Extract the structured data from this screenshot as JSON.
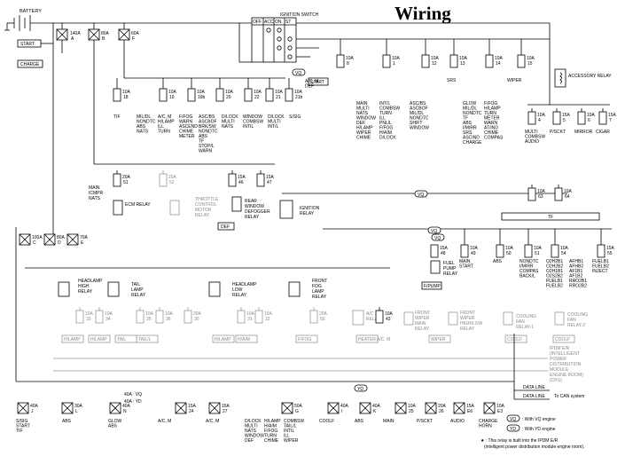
{
  "title": "Wiring",
  "battery": "BATTERY",
  "start": "START",
  "charge": "CHARGE",
  "ignition_switch": {
    "label": "IGNITION SWITCH",
    "cols": [
      "OFF",
      "ACC",
      "ON",
      "ST"
    ]
  },
  "vq_tag": "VQ",
  "yd_tag": "YD",
  "top_fuses": [
    {
      "amp": "140A",
      "id": "A"
    },
    {
      "amp": "80A",
      "id": "B"
    },
    {
      "amp": "60A",
      "id": "F"
    }
  ],
  "acc_fuses": [
    {
      "amp": "10A",
      "id": "18",
      "loads": [
        "TIF"
      ]
    },
    {
      "amp": "10A",
      "id": "19",
      "loads": [
        "MIL/DL",
        "NONDTC",
        "ABS",
        "NATS"
      ]
    },
    {
      "amp": "10A",
      "id": "19b",
      "loads": [
        "A/C, M",
        "H/LAMP",
        "ILL",
        "TURN"
      ]
    },
    {
      "amp": "10A",
      "id": "20",
      "loads": [
        "F/FOG",
        "WARN",
        "ASCEND",
        "CHIME",
        "METER"
      ]
    },
    {
      "amp": "10A",
      "id": "22",
      "loads": [
        "ASC/BS",
        "ASCBOF",
        "BRK/SW",
        "NONDTC",
        "ABS",
        "TF",
        "STOP/L",
        "WARN"
      ]
    },
    {
      "amp": "10A",
      "id": "21",
      "loads": [
        "D/LOCK",
        "MULTI",
        "NATS"
      ]
    },
    {
      "amp": "10A",
      "id": "21b",
      "loads": [
        "WINDOW",
        "COMBSW",
        "INTIL"
      ]
    },
    {
      "amp": "10A",
      "id": "22b",
      "loads": [
        "D/LOCK",
        "MULTI",
        "INT/L"
      ]
    },
    {
      "amp": "10A",
      "id": "23",
      "loads": [
        "S/SIG"
      ]
    }
  ],
  "ign_fuses": [
    {
      "amp": "10A",
      "id": "8",
      "loads": [
        "A/C, M",
        "DEF"
      ]
    },
    {
      "amp": "10A",
      "id": "1",
      "loads": [
        "MAIN",
        "MULTI",
        "NATS",
        "WINDOW",
        "DEF",
        "H/LAMP",
        "WIPER",
        "CHIME"
      ]
    },
    {
      "amp": "10A",
      "id": "1b",
      "loads": [
        "INT/L",
        "COMBSW",
        "TURN",
        "ILL",
        "PNL/L",
        "F/FOG",
        "H/AIM",
        "D/LOCK"
      ]
    },
    {
      "amp": "10A",
      "id": "12",
      "loads": [
        "ASC/BS",
        "ASCBOF",
        "MIL/DL",
        "NONDTC",
        "SHIFT",
        "WINDOW"
      ]
    },
    {
      "amp": "10A",
      "id": "13",
      "loads": [
        "SRS"
      ]
    },
    {
      "amp": "10A",
      "id": "14",
      "loads": [
        "GLOW",
        "MIL/DL",
        "NONDTC",
        "TF",
        "ABS",
        "I/MIRR",
        "SRS",
        "ASCIND",
        "CHARGE"
      ]
    },
    {
      "amp": "10A",
      "id": "14b",
      "loads": [
        "F/FOG",
        "H/LAMP",
        "TURN",
        "METER",
        "WARN",
        "AT/IND",
        "CHIME",
        "COMPAS"
      ]
    },
    {
      "amp": "10A",
      "id": "15",
      "loads": [
        "WIPER"
      ]
    }
  ],
  "accessory_relay": "ACCESSORY RELAY",
  "acc_relay_fuses": [
    {
      "amp": "10A",
      "id": "4",
      "loads": [
        "MULTI",
        "COMBSW",
        "AUDIO"
      ]
    },
    {
      "amp": "15A",
      "id": "5",
      "loads": [
        "P/SCKT"
      ]
    },
    {
      "amp": "10A",
      "id": "6",
      "loads": [
        "MIRROR"
      ]
    },
    {
      "amp": "15A",
      "id": "7",
      "loads": [
        "CIGAR"
      ]
    }
  ],
  "mid_fuses": [
    {
      "amp": "20A",
      "id": "51"
    },
    {
      "amp": "20A",
      "id": "52"
    },
    {
      "amp": "15A",
      "id": "46"
    },
    {
      "amp": "15A",
      "id": "47"
    }
  ],
  "mid_loads": [
    "MAIN",
    "ICMPR",
    "NATS"
  ],
  "ecm_relay": "ECM RELAY",
  "throttle_relay": [
    "THROTTLE",
    "CONTROL",
    "MOTOR",
    "RELAY"
  ],
  "rear_window_relay": [
    "REAR",
    "WINDOW",
    "DEFOGGER",
    "RELAY"
  ],
  "ignition_relay": [
    "IGNITION",
    "RELAY"
  ],
  "def_label": "DEF",
  "right_mid_fuses": [
    {
      "amp": "10A",
      "id": "63"
    },
    {
      "amp": "10A",
      "id": "64"
    }
  ],
  "tf_label": "TF",
  "main_fuses": [
    {
      "amp": "100A",
      "id": "C"
    },
    {
      "amp": "80A",
      "id": "D"
    },
    {
      "amp": "70A",
      "id": "E"
    }
  ],
  "fuel_pump": {
    "amp": "15A",
    "id": "48",
    "relay": [
      "FUEL",
      "PUMP",
      "RELAY"
    ],
    "load": "F/PUMP"
  },
  "right_row_fuses": [
    {
      "amp": "10A",
      "id": "49",
      "loads": [
        "MAIN",
        "START"
      ]
    },
    {
      "amp": "10A",
      "id": "50",
      "loads": [
        "ABS"
      ]
    },
    {
      "amp": "10A",
      "id": "51",
      "loads": [
        "NONDTC",
        "I/MIRR",
        "COMPAS",
        "BACK/L"
      ]
    },
    {
      "amp": "10A",
      "id": "54",
      "loads": [
        "O2H2B1",
        "O2H2B2",
        "O2H1B1",
        "O2S2B2",
        "FUELB1",
        "FUELB2"
      ]
    },
    {
      "amp": "10A",
      "id": "54b",
      "loads": [
        "AFHB1",
        "AFHB2",
        "AF1B1",
        "AF1B2",
        "RRO2B1",
        "RRO2B2"
      ]
    },
    {
      "amp": "15A",
      "id": "55",
      "loads": [
        "FUELB1",
        "FUELB2",
        "INJECT"
      ]
    }
  ],
  "headlamp_high": [
    "HEADLAMP",
    "HIGH",
    "RELAY"
  ],
  "tail_lamp": [
    "TAIL",
    "LAMP",
    "RELAY"
  ],
  "headlamp_low": [
    "HEADLAMP",
    "LOW",
    "RELAY"
  ],
  "front_fog": [
    "FRONT",
    "FOG",
    "LAMP",
    "RELAY"
  ],
  "ac_relay": [
    "A/C",
    "RELAY"
  ],
  "front_wiper_main": [
    "FRONT",
    "WIPER",
    "MAIN",
    "RELAY"
  ],
  "front_wiper_hi": [
    "FRONT",
    "WIPER",
    "HIGH/LOW",
    "RELAY"
  ],
  "cooling_fan1": [
    "COOLING",
    "FAN",
    "RELAY-1"
  ],
  "cooling_fan2": [
    "COOLING",
    "FAN",
    "RELAY-2"
  ],
  "hl_fuses": [
    {
      "amp": "10A",
      "id": "33"
    },
    {
      "amp": "10A",
      "id": "34"
    },
    {
      "amp": "10A",
      "id": "35"
    },
    {
      "amp": "10A",
      "id": "36"
    },
    {
      "amp": "20A",
      "id": "30"
    },
    {
      "amp": "10A",
      "id": "31"
    },
    {
      "amp": "15A",
      "id": "32"
    },
    {
      "amp": "20A",
      "id": "59"
    },
    {
      "amp": "10A",
      "id": "43"
    }
  ],
  "hl_loads": [
    "H/LAMP",
    "H/LAMP",
    "TAIL/L",
    "TAIL",
    "H/LAMP",
    "H/AIM",
    "F/FOG",
    "HEATER A/C, M",
    "WIPER",
    "COOLF",
    "COOLF"
  ],
  "ipdm": [
    "IPDM E/R",
    "(INTELLIGENT",
    "POWER",
    "DISTRIBUTION",
    "MODULE",
    "ENGINE ROOM)",
    "(CPU)"
  ],
  "data_line": "DATA LINE",
  "to_can": "To CAN system",
  "bottom_fuses": [
    {
      "amp": "40A",
      "id": "J",
      "loads": [
        "S/SIG",
        "START",
        "TIF"
      ]
    },
    {
      "amp": "30A",
      "id": "L",
      "loads": [
        "ABS"
      ]
    },
    {
      "amp": "40A",
      "id": "N",
      "loads": [
        "GLOW",
        "ABS"
      ]
    },
    {
      "amp": "15A",
      "id": "24",
      "loads": [
        "A/C, M"
      ]
    },
    {
      "amp": "15A",
      "id": "27",
      "loads": [
        "A/C, M"
      ]
    },
    {
      "amp": "50A",
      "id": "G",
      "loads": [
        "D/LOCK",
        "MULTI",
        "NATS",
        "WINDOW",
        "DEF"
      ]
    },
    {
      "amp": "",
      "id": "Gb",
      "loads": [
        "H/LAMP",
        "H/AIM",
        "F/FOG",
        "TURN",
        "CHIME"
      ]
    },
    {
      "amp": "",
      "id": "Gc",
      "loads": [
        "COMBSW",
        "TAIL/L",
        "INTIL",
        "ILL",
        "WIPER"
      ]
    },
    {
      "amp": "40A",
      "id": "I",
      "loads": [
        "COOLF"
      ]
    },
    {
      "amp": "40A",
      "id": "K",
      "loads": [
        "ABS"
      ]
    },
    {
      "amp": "10A",
      "id": "25",
      "loads": [
        "MAIN"
      ]
    },
    {
      "amp": "20A",
      "id": "26",
      "loads": [
        "P/SCKT"
      ]
    },
    {
      "amp": "15A",
      "id": "E6",
      "loads": [
        "AUDIO"
      ]
    },
    {
      "amp": "10A",
      "id": "E3",
      "loads": [
        "CHARGE",
        "HORN"
      ]
    }
  ],
  "bottom_vq": "40A : VQ",
  "bottom_yd": "40A : YD",
  "legend": [
    {
      "tag": "VQ",
      "text": ": With VQ engine"
    },
    {
      "tag": "YD",
      "text": ": With YD engine"
    }
  ],
  "footnote": [
    "★ : This relay is built into the IPDM E/R",
    "(intelligent power distribution module engine room)."
  ]
}
